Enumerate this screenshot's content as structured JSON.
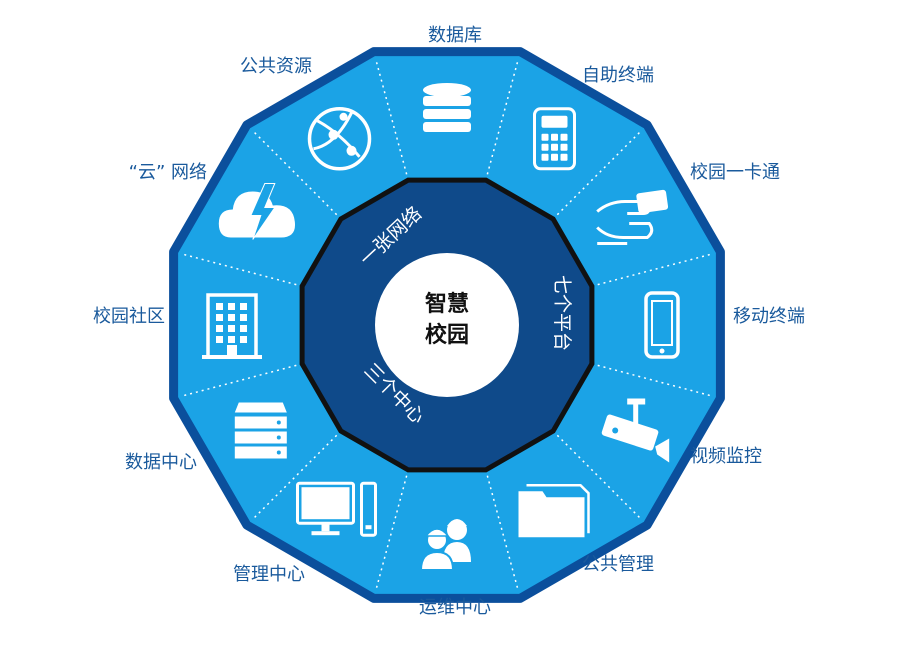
{
  "center": {
    "line1": "智慧",
    "line2": "校园"
  },
  "ring": {
    "top_left": "一张网络",
    "right": "七个平台",
    "bottom_left": "三个中心"
  },
  "segments": [
    {
      "label": "数据库",
      "icon": "database-icon"
    },
    {
      "label": "自助终端",
      "icon": "calculator-terminal-icon"
    },
    {
      "label": "校园一卡通",
      "icon": "card-hand-icon"
    },
    {
      "label": "移动终端",
      "icon": "smartphone-icon"
    },
    {
      "label": "视频监控",
      "icon": "cctv-camera-icon"
    },
    {
      "label": "公共管理",
      "icon": "folder-icon"
    },
    {
      "label": "运维中心",
      "icon": "workers-icon"
    },
    {
      "label": "管理中心",
      "icon": "computer-monitor-icon"
    },
    {
      "label": "数据中心",
      "icon": "server-icon"
    },
    {
      "label": "校园社区",
      "icon": "building-icon"
    },
    {
      "label": "“云” 网络",
      "icon": "cloud-lightning-icon"
    },
    {
      "label": "公共资源",
      "icon": "globe-network-icon"
    }
  ],
  "colors": {
    "outer_border": "#0b4f9c",
    "outer_fill": "#1ba3e6",
    "inner_ring": "#0f4a8a",
    "inner_border": "#111111",
    "center_fill": "#ffffff",
    "label_text": "#1a5a9c"
  }
}
